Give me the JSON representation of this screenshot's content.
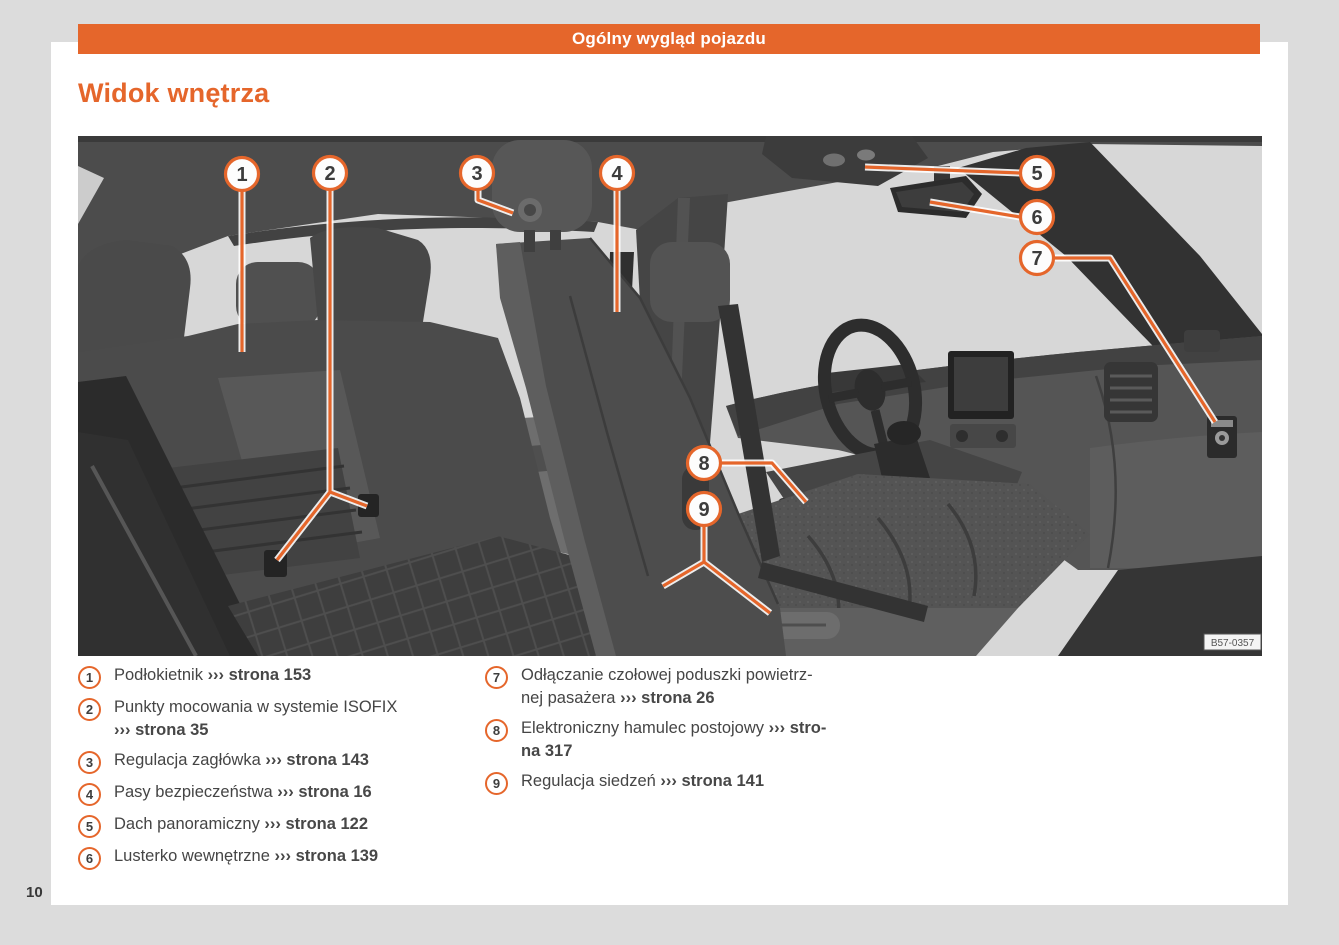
{
  "header": {
    "title": "Ogólny wygląd pojazdu"
  },
  "section": {
    "title": "Widok wnętrza"
  },
  "page": {
    "number": "10"
  },
  "colors": {
    "accent_orange": "#E5662B",
    "page_background": "#dcdcdc",
    "paper": "#ffffff",
    "text_dark": "#454545",
    "photo_window_gray": "#d7d7d7",
    "photo_dark_gray": "#4b4b4b"
  },
  "figure": {
    "code": "B57-0357",
    "callouts": [
      {
        "n": "1"
      },
      {
        "n": "2"
      },
      {
        "n": "3"
      },
      {
        "n": "4"
      },
      {
        "n": "5"
      },
      {
        "n": "6"
      },
      {
        "n": "7"
      },
      {
        "n": "8"
      },
      {
        "n": "9"
      }
    ]
  },
  "legend": {
    "left": [
      {
        "n": "1",
        "t1": "Podłokietnik ",
        "ref": "››› strona 153"
      },
      {
        "n": "2",
        "t1": "Punkty mocowania w systemie ISOFIX",
        "ref": "››› strona 35"
      },
      {
        "n": "3",
        "t1": "Regulacja zagłówka ",
        "ref": "››› strona 143"
      },
      {
        "n": "4",
        "t1": "Pasy bezpieczeństwa ",
        "ref": "››› strona 16"
      },
      {
        "n": "5",
        "t1": "Dach panoramiczny ",
        "ref": "››› strona 122"
      },
      {
        "n": "6",
        "t1": "Lusterko wewnętrzne ",
        "ref": "››› strona 139"
      }
    ],
    "right": [
      {
        "n": "7",
        "t1": "Odłączanie czołowej poduszki powietrz-",
        "t2": "nej pasażera ",
        "ref": "››› strona 26"
      },
      {
        "n": "8",
        "t1": "Elektroniczny hamulec postojowy ",
        "ref1": "››› stro-",
        "ref2": "na 317"
      },
      {
        "n": "9",
        "t1": "Regulacja siedzeń ",
        "ref": "››› strona 141"
      }
    ]
  }
}
